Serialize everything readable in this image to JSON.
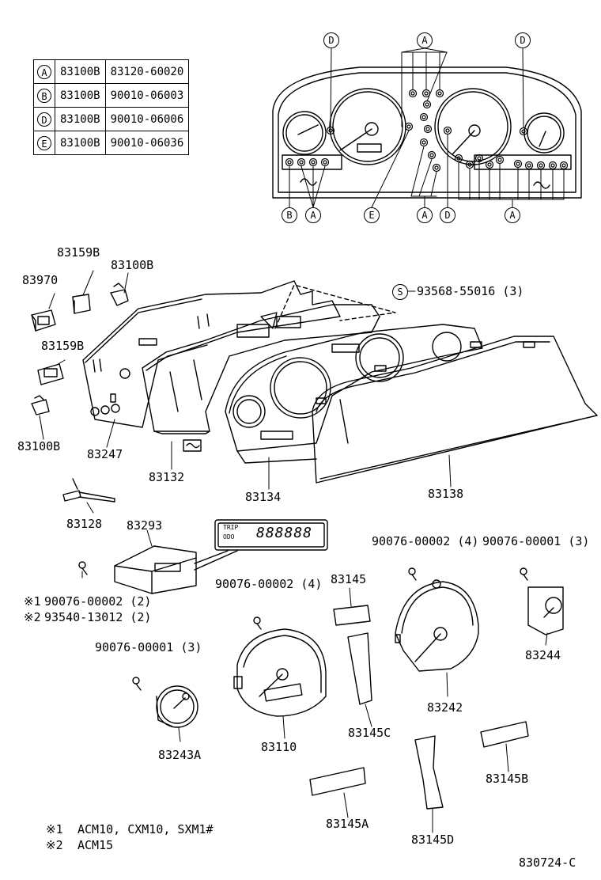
{
  "legend": [
    {
      "key": "A",
      "part": "83100B",
      "number": "83120-60020"
    },
    {
      "key": "B",
      "part": "83100B",
      "number": "90010-06003"
    },
    {
      "key": "D",
      "part": "83100B",
      "number": "90010-06006"
    },
    {
      "key": "E",
      "part": "83100B",
      "number": "90010-06036"
    }
  ],
  "refs": {
    "a": "A",
    "b": "B",
    "d": "D",
    "e": "E",
    "s": "S"
  },
  "parts": {
    "p83159b_top": "83159B",
    "p83100b_top": "83100B",
    "p83970": "83970",
    "p83159b": "83159B",
    "p83100b_bot": "83100B",
    "p83247": "83247",
    "p83132": "83132",
    "p83134": "83134",
    "p83138": "83138",
    "screw_s": "93568-55016 (3)",
    "p83128": "83128",
    "p83293": "83293",
    "n1_label": "※1",
    "n1_value": "90076-00002 (2)",
    "n2_label": "※2",
    "n2_value": "93540-13012 (2)",
    "screw_a": "90076-00001 (3)",
    "p83243a": "83243A",
    "screw_b": "90076-00002 (4)",
    "p83110": "83110",
    "p83145": "83145",
    "p83145c": "83145C",
    "screw_c": "90076-00002 (4)",
    "p83242": "83242",
    "screw_d": "90076-00001 (3)",
    "p83244": "83244",
    "p83145b": "83145B",
    "p83145a": "83145A",
    "p83145d": "83145D"
  },
  "notes": [
    {
      "mark": "※1",
      "text": "ACM10, CXM10, SXM1#"
    },
    {
      "mark": "※2",
      "text": "ACM15"
    }
  ],
  "lcd": {
    "trip": "TRIP",
    "odo": "ODO",
    "digits": "888888"
  },
  "figure_code": "830724-C"
}
